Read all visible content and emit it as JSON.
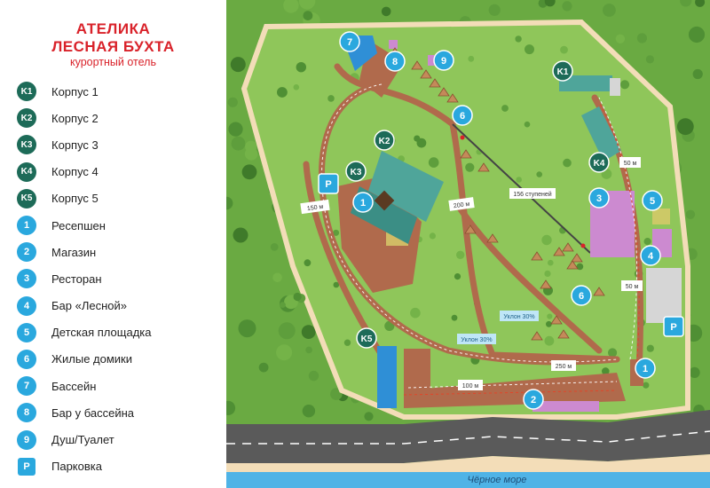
{
  "brand": {
    "line1": "АТЕЛИКА",
    "line2": "ЛЕСНАЯ БУХТА",
    "subtitle": "курортный отель"
  },
  "legend": [
    {
      "code": "K1",
      "kind": "building",
      "label": "Корпус 1"
    },
    {
      "code": "K2",
      "kind": "building",
      "label": "Корпус 2"
    },
    {
      "code": "K3",
      "kind": "building",
      "label": "Корпус 3"
    },
    {
      "code": "K4",
      "kind": "building",
      "label": "Корпус 4"
    },
    {
      "code": "K5",
      "kind": "building",
      "label": "Корпус 5"
    },
    {
      "code": "1",
      "kind": "facility",
      "label": "Ресепшен"
    },
    {
      "code": "2",
      "kind": "facility",
      "label": "Магазин"
    },
    {
      "code": "3",
      "kind": "facility",
      "label": "Ресторан"
    },
    {
      "code": "4",
      "kind": "facility",
      "label": "Бар «Лесной»"
    },
    {
      "code": "5",
      "kind": "facility",
      "label": "Детская площадка"
    },
    {
      "code": "6",
      "kind": "facility",
      "label": "Жилые домики"
    },
    {
      "code": "7",
      "kind": "facility",
      "label": "Бассейн"
    },
    {
      "code": "8",
      "kind": "facility",
      "label": "Бар у бассейна"
    },
    {
      "code": "9",
      "kind": "facility",
      "label": "Душ/Туалет"
    },
    {
      "code": "P",
      "kind": "parking",
      "label": "Парковка"
    }
  ],
  "map": {
    "sea_label": "Чёрное море",
    "distances": {
      "d150": "150 м",
      "d200": "200 м",
      "d50a": "50 м",
      "d50b": "50 м",
      "d250": "250 м",
      "d100": "100 м"
    },
    "stairs": "156 ступеней",
    "slope1": "Уклон 30%",
    "slope2": "Уклон 30%"
  },
  "colors": {
    "brand": "#d9222a",
    "building_badge": "#1d6b58",
    "facility_badge": "#2aa8de",
    "grass": "#8fc65a",
    "forest": "#6aaa42",
    "path": "#b06a4c",
    "road": "#5a5a5a",
    "sea": "#4fb3e6",
    "restaurant": "#cc8ad0",
    "pool": "#2f8fd6"
  }
}
